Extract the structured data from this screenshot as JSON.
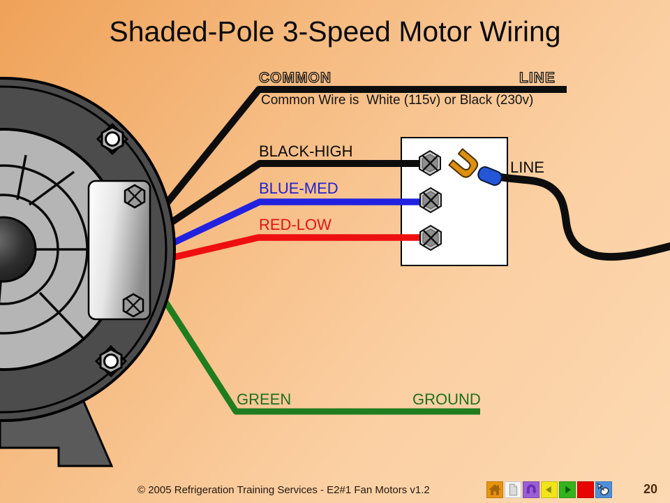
{
  "slide": {
    "title": "Shaded-Pole 3-Speed Motor Wiring",
    "footer": "© 2005 Refrigeration Training Services - E2#1 Fan Motors v1.2",
    "page_number": "20"
  },
  "labels": {
    "common": "COMMON",
    "line_top": "LINE",
    "common_note": "Common Wire is  White (115v) or Black (230v)",
    "black_high": "BLACK-HIGH",
    "blue_med": "BLUE-MED",
    "red_low": "RED-LOW",
    "line": "LINE",
    "green": "GREEN",
    "ground": "GROUND"
  },
  "colors": {
    "background_start": "#efa258",
    "background_end": "#fcd9b2",
    "wire_black": "#0d0d0d",
    "wire_blue": "#2121e0",
    "wire_red": "#ee1010",
    "wire_green": "#1f7d1f",
    "label_black": "#0b0b0b",
    "label_blue": "#2121cf",
    "label_red": "#e51212",
    "label_green": "#1d6f1d",
    "motor_body": "#4c4c4c",
    "motor_face": "#b5b5b5",
    "terminal_box": "#ffffff",
    "connector_gold": "#dd8f10",
    "connector_blue": "#2456d6"
  },
  "nav": {
    "items": [
      {
        "name": "home",
        "color": "#e8940f"
      },
      {
        "name": "document",
        "color": "#f5f5f5"
      },
      {
        "name": "u-turn",
        "color": "#9a5fd6"
      },
      {
        "name": "back",
        "color": "#f2e41a"
      },
      {
        "name": "forward",
        "color": "#35b31c"
      },
      {
        "name": "stop",
        "color": "#e60404"
      },
      {
        "name": "mouse-click",
        "color": "#4d8fdb"
      }
    ]
  }
}
